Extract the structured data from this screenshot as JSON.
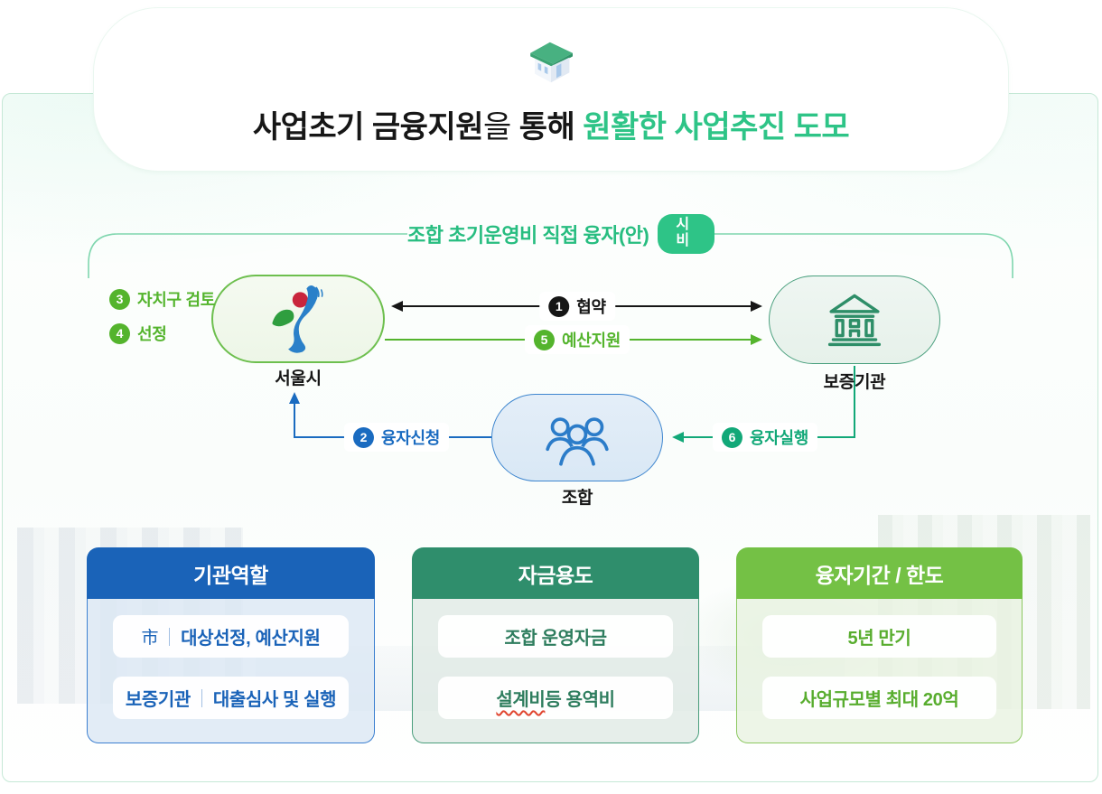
{
  "header": {
    "title_part1": "사업초기 금융지원",
    "title_part2": "을 ",
    "title_part3": "통해 ",
    "title_part4": "원활한 사업추진 도모",
    "accent_color": "#2ec487"
  },
  "flow": {
    "title": "조합 초기운영비 직접 융자(안)",
    "badge": "시비",
    "entities": {
      "seoul": "서울시",
      "guarantor": "보증기관",
      "association": "조합"
    },
    "steps": {
      "s1": {
        "num": "1",
        "label": "협약",
        "color": "#161616"
      },
      "s2": {
        "num": "2",
        "label": "융자신청",
        "color": "#1a6bc0"
      },
      "s3": {
        "num": "3",
        "label": "자치구 검토",
        "color": "#54b42d"
      },
      "s4": {
        "num": "4",
        "label": "선정",
        "color": "#54b42d"
      },
      "s5": {
        "num": "5",
        "label": "예산지원",
        "color": "#54b42d"
      },
      "s6": {
        "num": "6",
        "label": "융자실행",
        "color": "#12a878"
      }
    }
  },
  "cards": {
    "roles": {
      "title": "기관역할",
      "header_color": "#1a63b8",
      "row1_left": "市",
      "row1_right": "대상선정, 예산지원",
      "row2_left": "보증기관",
      "row2_right": "대출심사 및 실행"
    },
    "usage": {
      "title": "자금용도",
      "header_color": "#2f8e6c",
      "row1": "조합 운영자금",
      "row2_underlined": "설계비",
      "row2_rest": " 등 용역비"
    },
    "terms": {
      "title": "융자기간 / 한도",
      "header_color": "#74c145",
      "row1": "5년 만기",
      "row2": "사업규모별 최대 20억"
    }
  }
}
